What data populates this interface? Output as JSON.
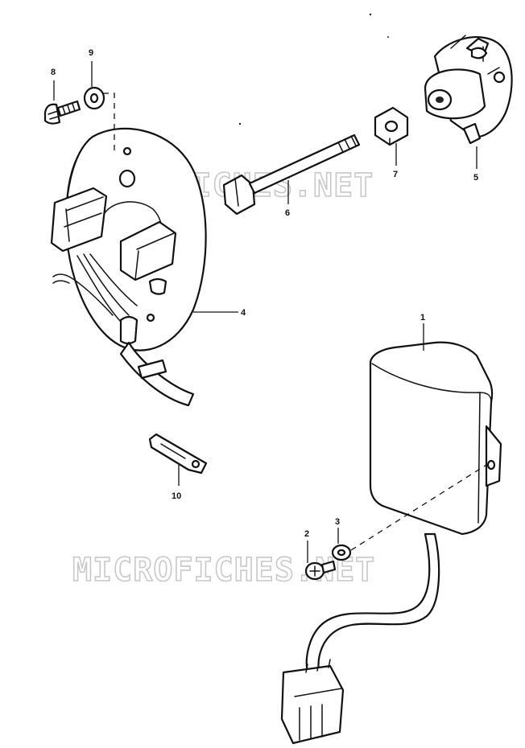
{
  "watermark": "MICROFICHES.NET",
  "callouts": {
    "p1": "1",
    "p2": "2",
    "p3": "3",
    "p4": "4",
    "p5": "5",
    "p6": "6",
    "p7": "7",
    "p8": "8",
    "p9": "9",
    "p10": "10"
  }
}
